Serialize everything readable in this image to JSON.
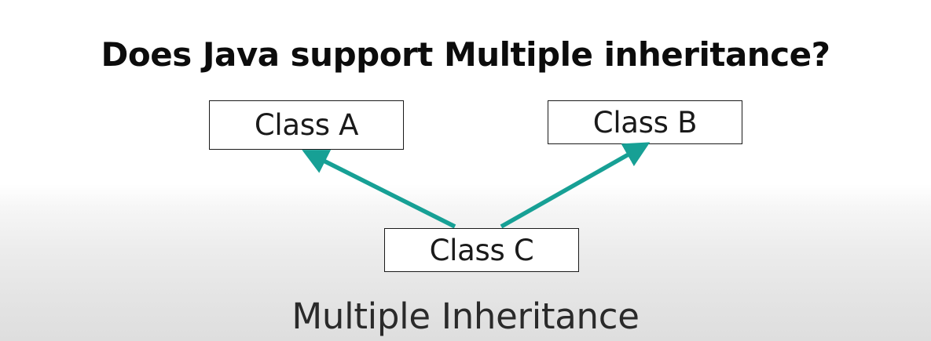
{
  "title": "Does Java support Multiple inheritance?",
  "classes": {
    "a": "Class A",
    "b": "Class B",
    "c": "Class C"
  },
  "caption": "Multiple Inheritance",
  "colors": {
    "arrow": "#17a095",
    "box_border": "#1a1a1a",
    "title_text": "#0c0c0c"
  }
}
